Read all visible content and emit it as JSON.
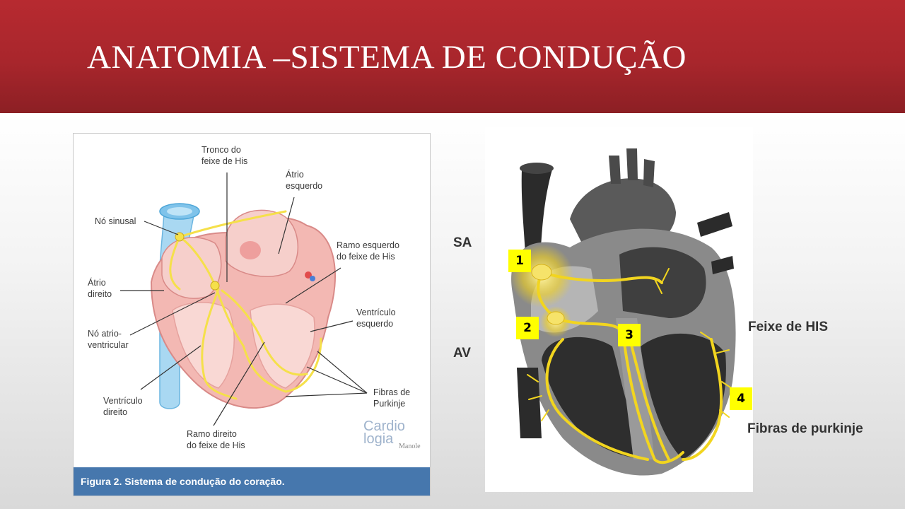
{
  "slide": {
    "title": "ANATOMIA –SISTEMA DE CONDUÇÃO"
  },
  "left_figure": {
    "caption": "Figura 2. Sistema de condução do coração.",
    "labels": {
      "tronco_line1": "Tronco do",
      "tronco_line2": "feixe de His",
      "atrio_esq_line1": "Átrio",
      "atrio_esq_line2": "esquerdo",
      "no_sinusal": "Nó sinusal",
      "ramo_esq_line1": "Ramo esquerdo",
      "ramo_esq_line2": "do feixe de His",
      "atrio_dir_line1": "Átrio",
      "atrio_dir_line2": "direito",
      "ventriculo_esq_line1": "Ventrículo",
      "ventriculo_esq_line2": "esquerdo",
      "no_av_line1": "Nó atrio-",
      "no_av_line2": "ventricular",
      "fibras_line1": "Fibras de",
      "fibras_line2": "Purkinje",
      "ventriculo_dir_line1": "Ventrículo",
      "ventriculo_dir_line2": "direito",
      "ramo_dir_line1": "Ramo direito",
      "ramo_dir_line2": "do feixe de His"
    },
    "logo_text": "Cardio logia",
    "publisher_text": "Manole"
  },
  "right_figure": {
    "badges": [
      "1",
      "2",
      "3",
      "4"
    ]
  },
  "side_labels": {
    "sa": "SA",
    "av": "AV",
    "feixe": "Feixe de HIS",
    "fibras": "Fibras de purkinje"
  },
  "colors": {
    "header": "#b72a30",
    "caption_bar": "#4677ad",
    "badge": "#ffff00",
    "conduction": "#f5e04a"
  }
}
